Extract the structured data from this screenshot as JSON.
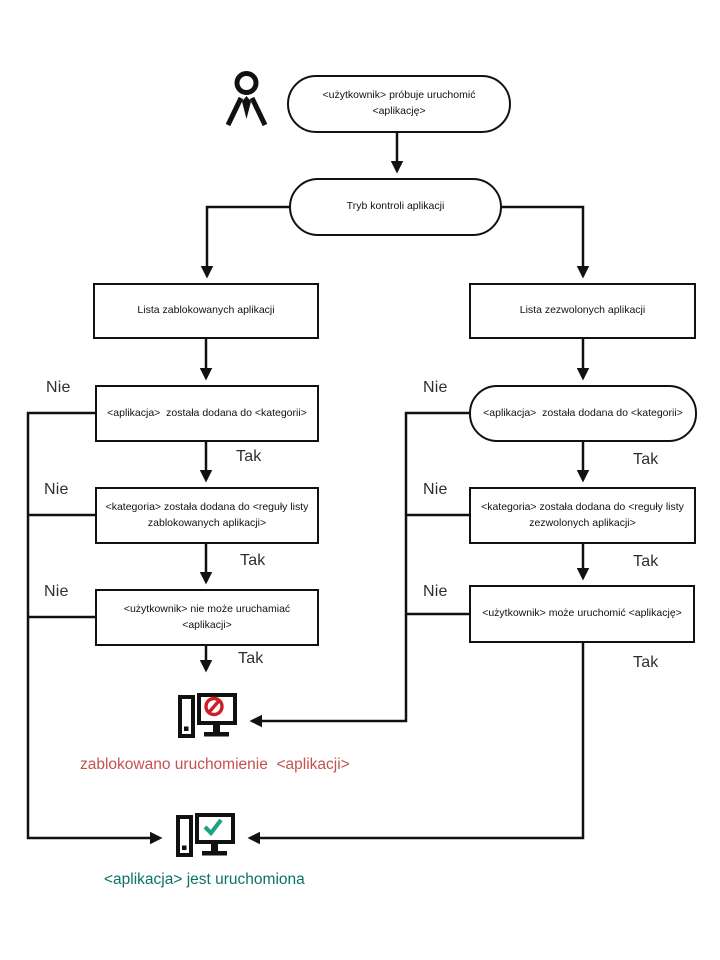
{
  "labels": {
    "yes": "Tak",
    "no": "Nie"
  },
  "colors": {
    "line": "#111111",
    "blocked_text": "#c4524e",
    "running_text": "#0b7265",
    "blocked_icon_accent": "#cc2026",
    "running_icon_accent": "#21a183"
  },
  "nodes": {
    "start": "<użytkownik> próbuje uruchomić <aplikację>",
    "mode": "Tryb kontroli aplikacji",
    "blocked_list": "Lista zablokowanych aplikacji",
    "allowed_list": "Lista zezwolonych aplikacji",
    "app_in_category_left": "<aplikacja>  została dodana do <kategorii>",
    "app_in_category_right": "<aplikacja>  została dodana do <kategorii>",
    "category_in_blocklist_rule": "<kategoria> została dodana do <reguły listy zablokowanych aplikacji>",
    "category_in_allowlist_rule": "<kategoria> została dodana do <reguły listy zezwolonych aplikacji>",
    "user_cannot_run": "<użytkownik> nie może uruchamiać <aplikacji>",
    "user_can_run": "<użytkownik> może uruchomić <aplikację>"
  },
  "results": {
    "blocked": "zablokowano uruchomienie  <aplikacji>",
    "running": "<aplikacja> jest uruchomiona"
  },
  "icons": {
    "person": "user-with-tie-icon",
    "blocked": "computer-blocked-icon",
    "running": "computer-running-icon"
  }
}
